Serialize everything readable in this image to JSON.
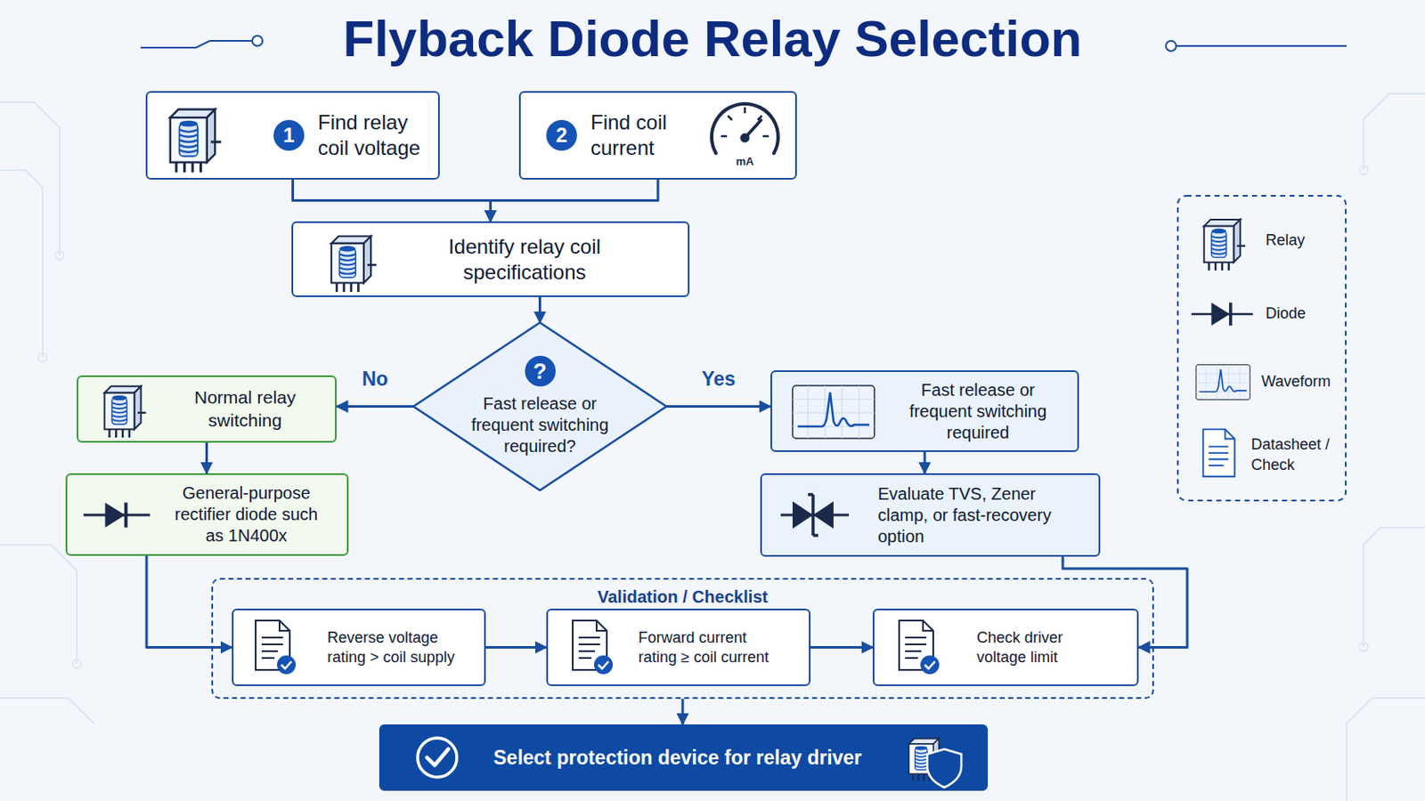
{
  "diagram": {
    "title": "Flyback Diode Relay Selection",
    "nodes": [
      {
        "text": [
          "1",
          "Find relay coil voltage"
        ]
      },
      {
        "text": [
          "2",
          "Find coil current"
        ]
      },
      {
        "text": [
          "Identify relay coil specifications"
        ]
      },
      {
        "text": [
          "?",
          "Fast release or frequent switching required?"
        ]
      },
      {
        "text": [
          "Normal relay switching"
        ]
      },
      {
        "text": [
          "Fast release or frequent switching required"
        ]
      },
      {
        "text": [
          "General-purpose rectifier diode such as 1N400x"
        ]
      },
      {
        "text": [
          "Evaluate TVS, Zener clamp, or fast-recovery option"
        ]
      },
      {
        "text": [
          "Validation / Checklist"
        ]
      },
      {
        "text": [
          "Reverse voltage rating > coil supply"
        ],
        "in": 8
      },
      {
        "text": [
          "Forward current rating ≥ coil current"
        ],
        "in": 8
      },
      {
        "text": [
          "Check driver voltage limit"
        ],
        "in": 8
      },
      {
        "text": [
          "Select protection device for relay driver"
        ]
      }
    ],
    "edges": [
      {
        "from": 0,
        "to": 2,
        "arrow": "to"
      },
      {
        "from": 1,
        "to": 2,
        "arrow": "to"
      },
      {
        "from": 2,
        "to": 3,
        "arrow": "to"
      },
      {
        "from": 3,
        "to": 4,
        "label": "No",
        "arrow": "to"
      },
      {
        "from": 3,
        "to": 5,
        "label": "Yes",
        "arrow": "to"
      },
      {
        "from": 4,
        "to": 6,
        "arrow": "to"
      },
      {
        "from": 5,
        "to": 7,
        "arrow": "to"
      },
      {
        "from": 6,
        "to": 9,
        "arrow": "to"
      },
      {
        "from": 9,
        "to": 10,
        "arrow": "to"
      },
      {
        "from": 10,
        "to": 11,
        "arrow": "to"
      },
      {
        "from": 7,
        "to": 11,
        "arrow": "to"
      },
      {
        "from": 8,
        "to": 12,
        "arrow": "to"
      }
    ],
    "labels": [
      "mA"
    ],
    "legend": [
      {
        "text": "Relay"
      },
      {
        "text": "Diode"
      },
      {
        "text": "Waveform"
      },
      {
        "text": "Datasheet / Check"
      }
    ]
  }
}
